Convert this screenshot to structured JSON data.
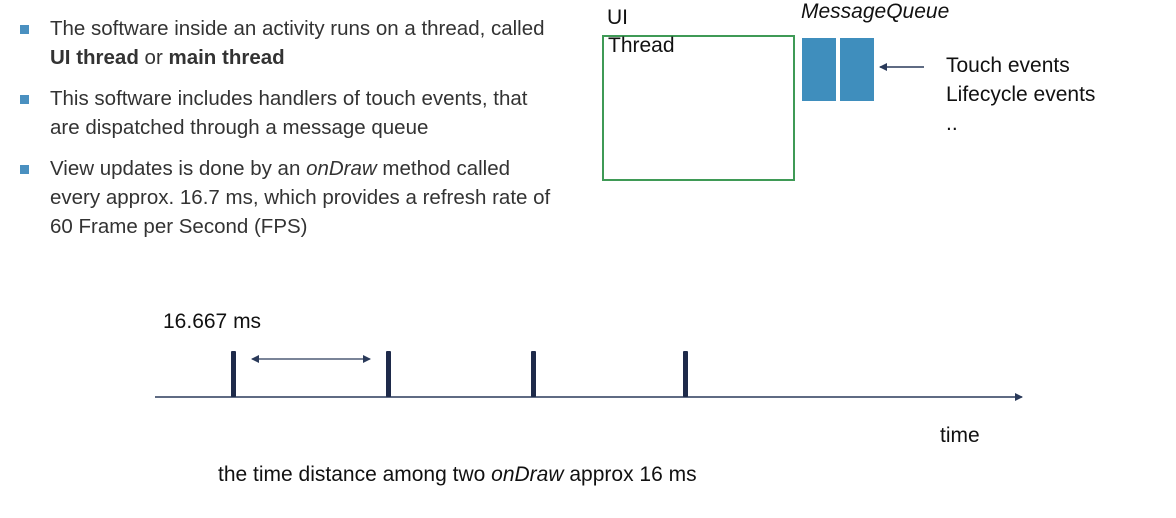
{
  "bullets": [
    {
      "parts": [
        {
          "text": "The software inside an activity runs on a thread, called ",
          "style": "normal"
        },
        {
          "text": "UI thread",
          "style": "bold"
        },
        {
          "text": " or ",
          "style": "normal"
        },
        {
          "text": "main thread",
          "style": "bold"
        }
      ]
    },
    {
      "parts": [
        {
          "text": "This software includes handlers of touch events, that are dispatched through a message queue",
          "style": "normal"
        }
      ]
    },
    {
      "parts": [
        {
          "text": "View updates is done by an ",
          "style": "normal"
        },
        {
          "text": "onDraw",
          "style": "italic"
        },
        {
          "text": " method called every approx. 16.7 ms, which provides a refresh rate of 60 Frame per Second (FPS)",
          "style": "normal"
        }
      ]
    }
  ],
  "diagram": {
    "ui_label": "UI",
    "thread_label": "Thread",
    "queue_label": "MessageQueue",
    "events": [
      "Touch events",
      "Lifecycle events",
      ".."
    ]
  },
  "timeline": {
    "interval_label": "16.667 ms",
    "axis_label": "time",
    "tick_count": 4,
    "caption_parts": [
      {
        "text": "the time distance among two ",
        "style": "normal"
      },
      {
        "text": "onDraw",
        "style": "italic"
      },
      {
        "text": " approx 16 ms",
        "style": "normal"
      }
    ]
  },
  "colors": {
    "bullet": "#4a90c0",
    "thread_box_border": "#3f9a56",
    "queue_fill": "#3f8ebd",
    "tick": "#1e2a4a",
    "axis": "#2a3a5a"
  }
}
